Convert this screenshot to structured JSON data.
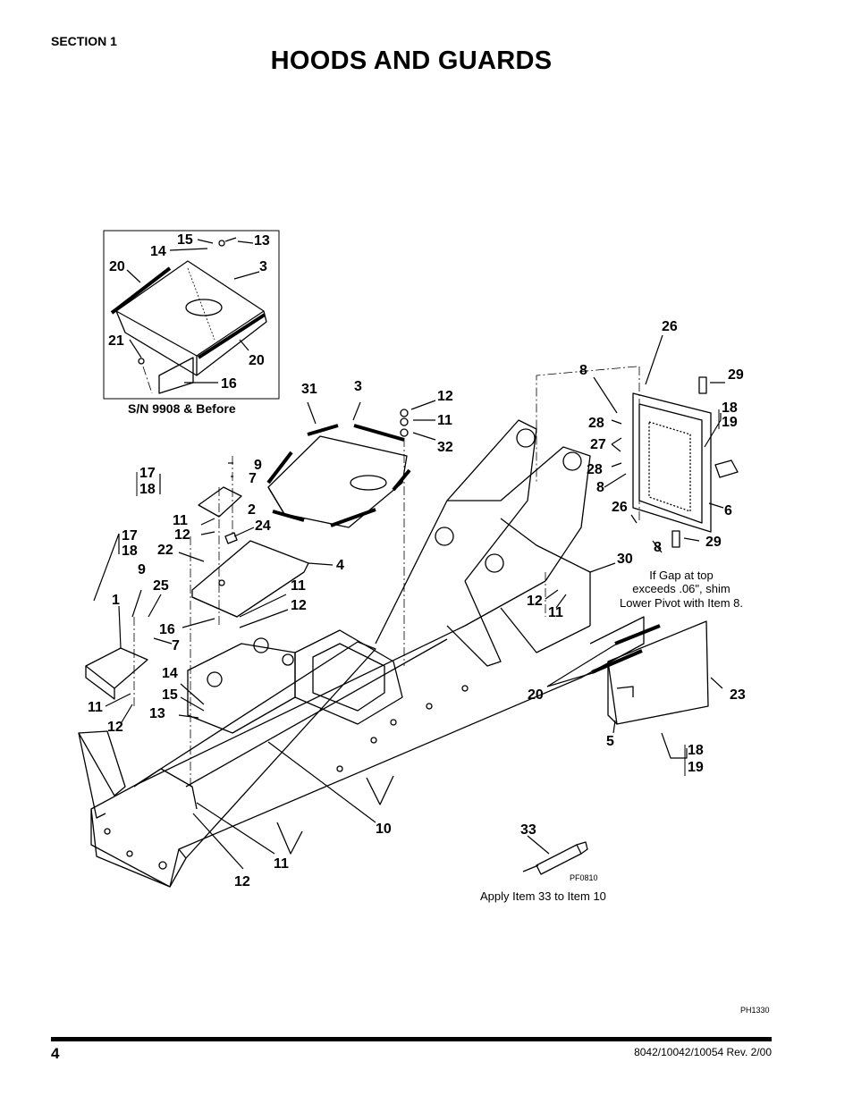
{
  "header": {
    "section": "SECTION 1",
    "title": "HOODS AND GUARDS"
  },
  "diagram": {
    "callouts": {
      "inset_15": "15",
      "inset_13": "13",
      "inset_14": "14",
      "inset_20a": "20",
      "inset_3": "3",
      "inset_21": "21",
      "inset_20b": "20",
      "inset_16": "16",
      "c31": "31",
      "c3": "3",
      "c12a": "12",
      "c11a": "11",
      "c32": "32",
      "c26a": "26",
      "c29a": "29",
      "c8a": "8",
      "c18a": "18",
      "c19a": "19",
      "c28a": "28",
      "c27": "27",
      "c28b": "28",
      "c8b": "8",
      "c26b": "26",
      "c6": "6",
      "c8c": "8",
      "c29b": "29",
      "c9a": "9",
      "c7a": "7",
      "c17a": "17",
      "c18b": "18",
      "c2": "2",
      "c11b": "11",
      "c12b": "12",
      "c24": "24",
      "c17b": "17",
      "c18c": "18",
      "c22": "22",
      "c4": "4",
      "c30": "30",
      "c9b": "9",
      "c25": "25",
      "c1": "1",
      "c11c": "11",
      "c12c": "12",
      "c16": "16",
      "c7b": "7",
      "c12d": "12",
      "c11d": "11",
      "c14": "14",
      "c15": "15",
      "c13": "13",
      "c20": "20",
      "c23": "23",
      "c11e": "11",
      "c12e": "12",
      "c5": "5",
      "c18d": "18",
      "c19b": "19",
      "c10": "10",
      "c11f": "11",
      "c12f": "12",
      "c33": "33"
    },
    "inset_label": "S/N 9908 & Before",
    "gap_note_line1": "If Gap at top",
    "gap_note_line2": "exceeds .06\", shim",
    "gap_note_line3": "Lower Pivot with Item 8.",
    "grease_ref": "PF0810",
    "apply_note": "Apply Item 33 to Item 10",
    "figure_id": "PH1330"
  },
  "footer": {
    "page_number": "4",
    "doc_number": "8042/10042/10054 Rev. 2/00"
  }
}
